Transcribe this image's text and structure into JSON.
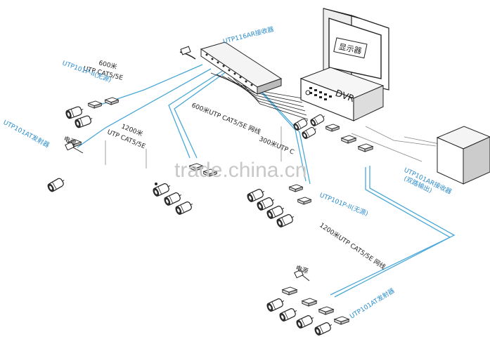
{
  "diagram": {
    "labels": {
      "hub_model": "UTP116AR接收器",
      "passive_transmitter_top": "UTP101P-II(无源)",
      "passive_transmitter_mid": "UTP101P-II(无源)",
      "active_transmitter_left": "UTP101AT发射器",
      "active_transmitter_bottom": "UTP101AT发射器",
      "active_receiver": "UTP101AR接收器",
      "active_receiver_note": "(双路输出)",
      "cable_600_top": "600米",
      "cable_600_top_spec": "UTP CAT5/5E",
      "cable_1200_left": "1200米",
      "cable_1200_left_spec": "UTP CAT5/5E",
      "cable_600_mid": "600米UTP CAT5/5E 网线",
      "cable_300": "300米UTP C",
      "cable_1200_bottom": "1200米UTP CAT5/5E 网线",
      "power_left": "电源",
      "power_bottom": "电源",
      "monitor": "显示器",
      "dvr": "DVR",
      "watermark": "trade.china.cn"
    },
    "colors": {
      "cable": "#4aa8d8",
      "label_blue": "#2a8ccc",
      "line": "#222222",
      "watermark": "#c8c8c8"
    }
  }
}
